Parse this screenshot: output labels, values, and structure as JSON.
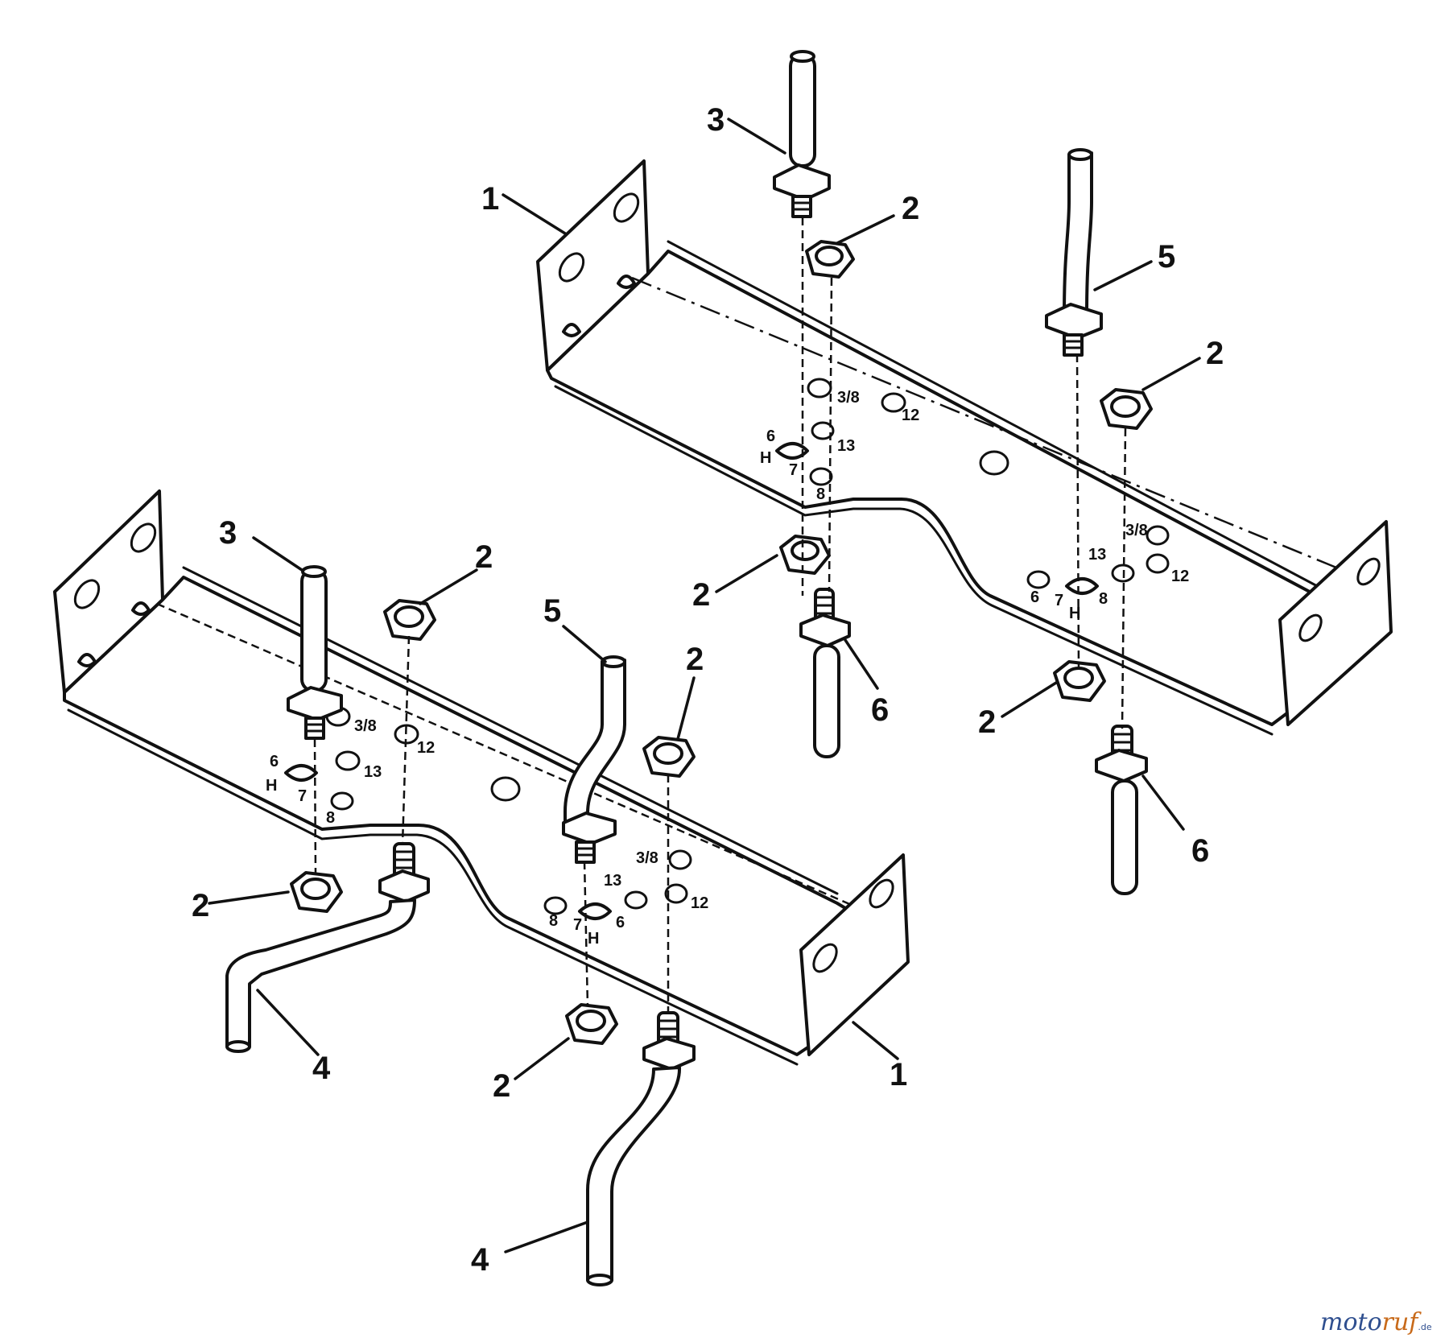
{
  "callouts": {
    "a": "1",
    "b": "3",
    "c": "2",
    "d": "5",
    "e": "2",
    "f": "2",
    "g": "6",
    "h": "2",
    "i": "6",
    "j": "3",
    "k": "2",
    "l": "5",
    "m": "2",
    "n": "2",
    "o": "4",
    "p": "2",
    "q": "1",
    "r": "4"
  },
  "stamps": {
    "upper": [
      "6",
      "H",
      "7",
      "8",
      "13",
      "12",
      "3/8",
      "6",
      "7",
      "H",
      "8",
      "13",
      "12",
      "3/8"
    ],
    "lower": [
      "6",
      "H",
      "7",
      "8",
      "13",
      "12",
      "3/8",
      "8",
      "7",
      "H",
      "6",
      "13",
      "12",
      "3/8"
    ]
  },
  "watermark": {
    "part1": "moto",
    "part2": "ruf",
    "tld": ".de"
  }
}
